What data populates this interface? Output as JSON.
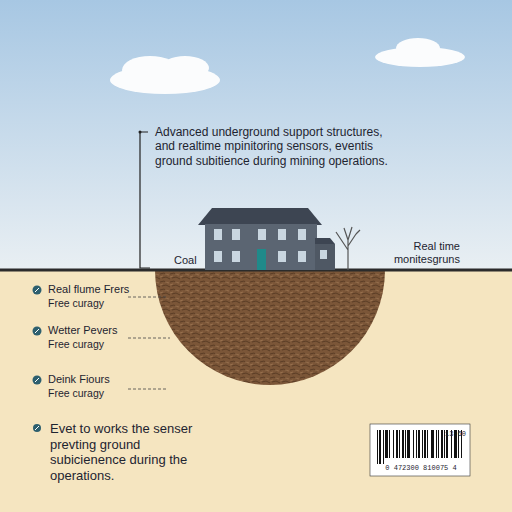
{
  "diagram": {
    "title": "Advanced underground support structures, and realtime mpinitoring sensors, eventis ground subitience during mining operations.",
    "caption": "Evet to works the senser prevting ground subicienence during the operations.",
    "labels": [
      "Coal",
      "Real time monitesgruns",
      "Real flume Frers",
      "Free curagy",
      "Wetter Pevers",
      "Free curagy",
      "Deink Fiours",
      "Free curagy",
      "13 60",
      "0 472300 810075 4"
    ]
  }
}
